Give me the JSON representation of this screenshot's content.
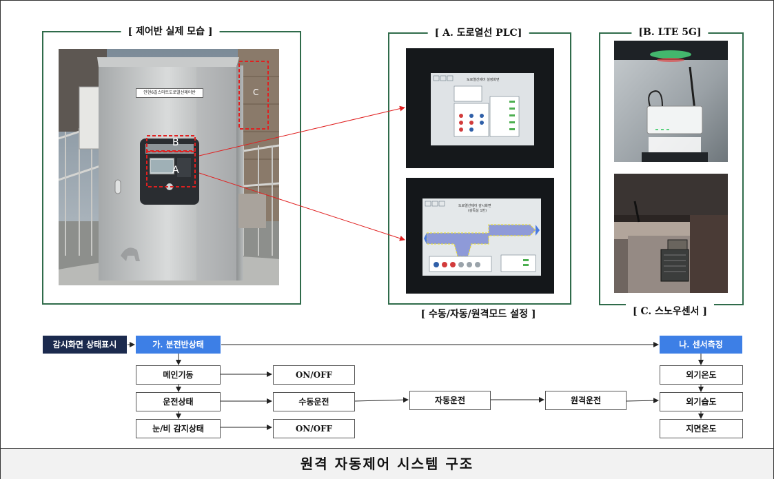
{
  "groups": {
    "panel_photo_title": "[ 제어반 실제 모습 ]",
    "plc_title": "[ A. 도로열선 PLC]",
    "lte_title": "[B. LTE 5G]",
    "mode_caption": "[ 수동/자동/원격모드 설정 ]",
    "snow_caption": "[ C. 스노우센서 ]"
  },
  "panel_photo": {
    "plate_text": "인현6길스마트도로열선제어반",
    "label_a": "A",
    "label_b": "B",
    "label_c": "C"
  },
  "screens": {
    "settings_title": "도로열선제어 설정화면",
    "monitor_title": "도로열선제어 감시화면",
    "monitor_subtitle": "(감독실 1번)"
  },
  "flow": {
    "start": "감시화면 상태표시",
    "panel_status": "가. 분전반상태",
    "sensor_measure": "나. 센서측정",
    "rows": [
      {
        "item": "메인기동",
        "value": "ON/OFF"
      },
      {
        "item": "운전상태",
        "value": "수동운전"
      },
      {
        "item": "눈/비 감지상태",
        "value": "ON/OFF"
      }
    ],
    "auto_run": "자동운전",
    "remote_run": "원격운전",
    "sensors": [
      "외기온도",
      "외기습도",
      "지면온도"
    ]
  },
  "colors": {
    "dark_navy": "#1b2a4e",
    "blue": "#3d7fe6",
    "group_border": "#2f6b4a",
    "red_marker": "#e02020"
  },
  "footer": {
    "title": "원격 자동제어 시스템 구조"
  }
}
